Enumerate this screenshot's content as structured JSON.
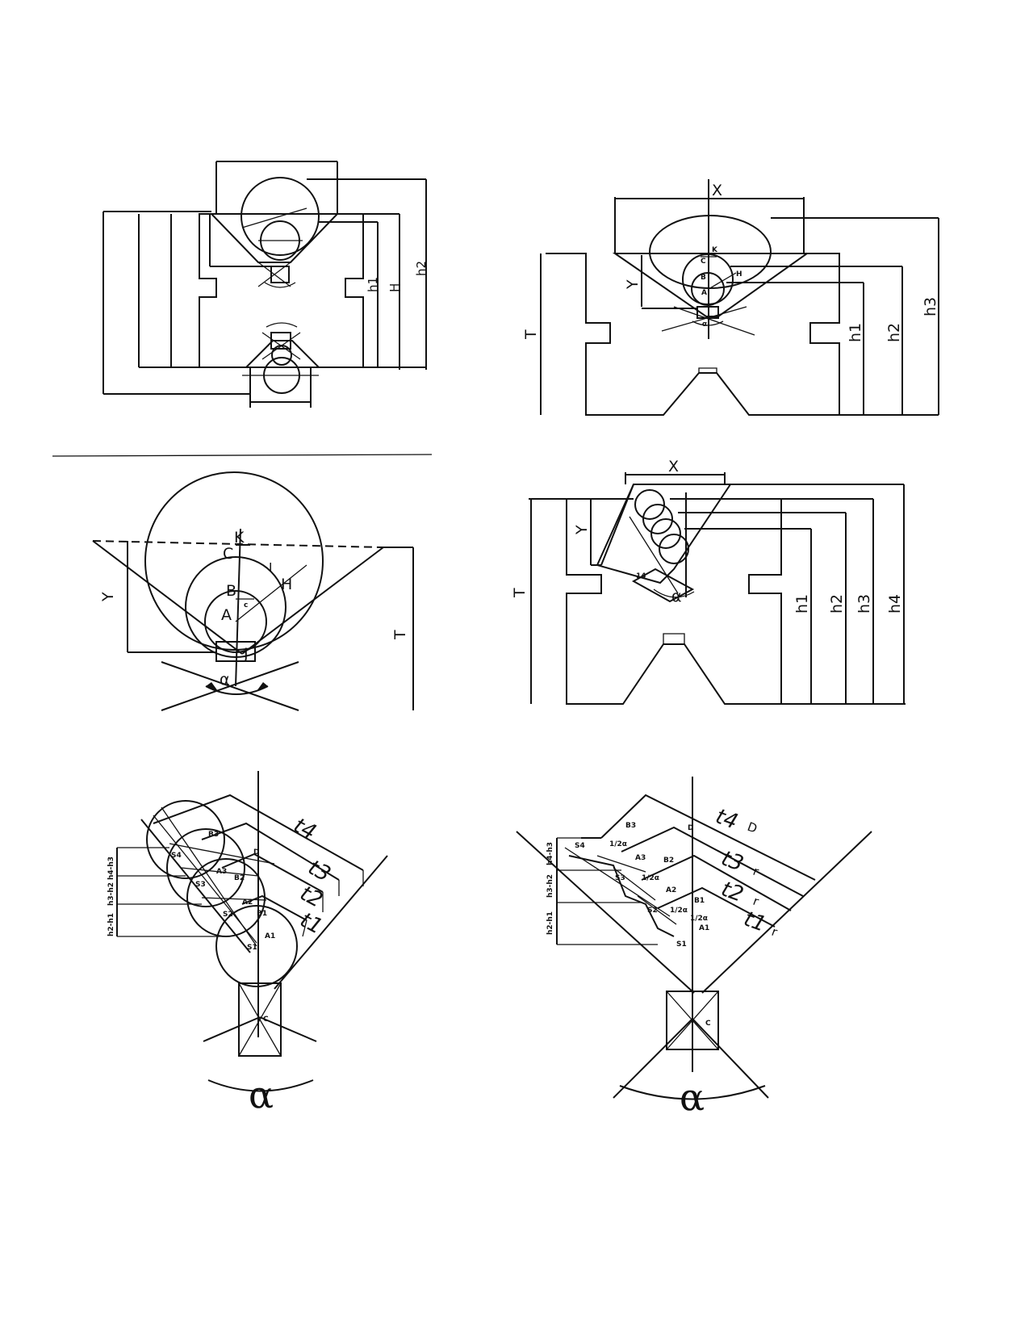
{
  "fig1": {
    "h1": "h1",
    "H": "H",
    "h2": "h2"
  },
  "fig2": {
    "X": "X",
    "Y": "Y",
    "T": "T",
    "h1": "h1",
    "h2": "h2",
    "h3": "h3",
    "K": "K",
    "C": "C",
    "B": "B",
    "H": "H",
    "A": "A",
    "alpha": "α"
  },
  "fig3": {
    "K": "K",
    "C": "C",
    "I": "I",
    "H": "H",
    "B": "B",
    "A": "A",
    "J": "J",
    "Y": "Y",
    "T": "T",
    "alpha": "α",
    "c": "c"
  },
  "fig4": {
    "X": "X",
    "Y": "Y",
    "T": "T",
    "h1": "h1",
    "h2": "h2",
    "h3": "h3",
    "h4": "h4",
    "t4": "14",
    "alpha": "α"
  },
  "fig5": {
    "t1": "t1",
    "t2": "t2",
    "t3": "t3",
    "t4": "t4",
    "D": "D",
    "S1": "S1",
    "S2": "S2",
    "S3": "S3",
    "S4": "S4",
    "A1": "A1",
    "A2": "A2",
    "A3": "A3",
    "B1": "B1",
    "B2": "B2",
    "B3": "B3",
    "C": "C",
    "d1": "h2-h1",
    "d2": "h3-h2",
    "d3": "h4-h3",
    "alpha": "α"
  },
  "fig6": {
    "t1": "t1",
    "t2": "t2",
    "t3": "t3",
    "t4": "t4",
    "r1": "r",
    "r2": "r",
    "r3": "r",
    "r4": "D",
    "D": "D",
    "S1": "S1",
    "S2": "S2",
    "S3": "S3",
    "S4": "S4",
    "A1": "A1",
    "A2": "A2",
    "A3": "A3",
    "B1": "B1",
    "B2": "B2",
    "B3": "B3",
    "C": "C",
    "half1": "1/2α",
    "half2": "1/2α",
    "half3": "1/2α",
    "half4": "1/2α",
    "d1": "h2-h1",
    "d2": "h3-h2",
    "d3": "h4-h3",
    "alpha": "α"
  }
}
